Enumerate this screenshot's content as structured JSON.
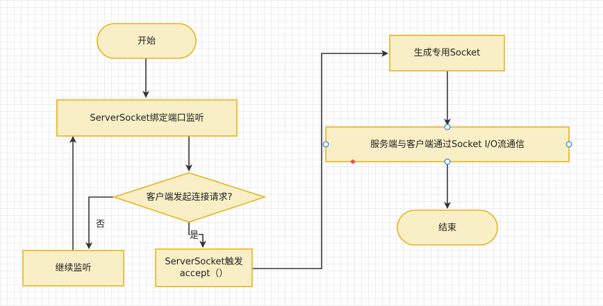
{
  "nodes": {
    "start": "开始",
    "bind": "ServerSocket绑定端口监听",
    "decision": "客户端发起连接请求?",
    "continue": "继续监听",
    "accept_line1": "ServerSocket触发",
    "accept_line2": "accept（）",
    "create_socket": "生成专用Socket",
    "communicate": "服务端与客户端通过Socket I/O流通信",
    "end": "结束"
  },
  "edges": {
    "no": "否",
    "yes": "是"
  },
  "colors": {
    "node_fill": "#f8efc6",
    "node_stroke": "#e6b31e",
    "arrow": "#333333",
    "grid": "#ececec",
    "selection_handle": "#2d7cd6",
    "marker_red": "#e9505a"
  }
}
